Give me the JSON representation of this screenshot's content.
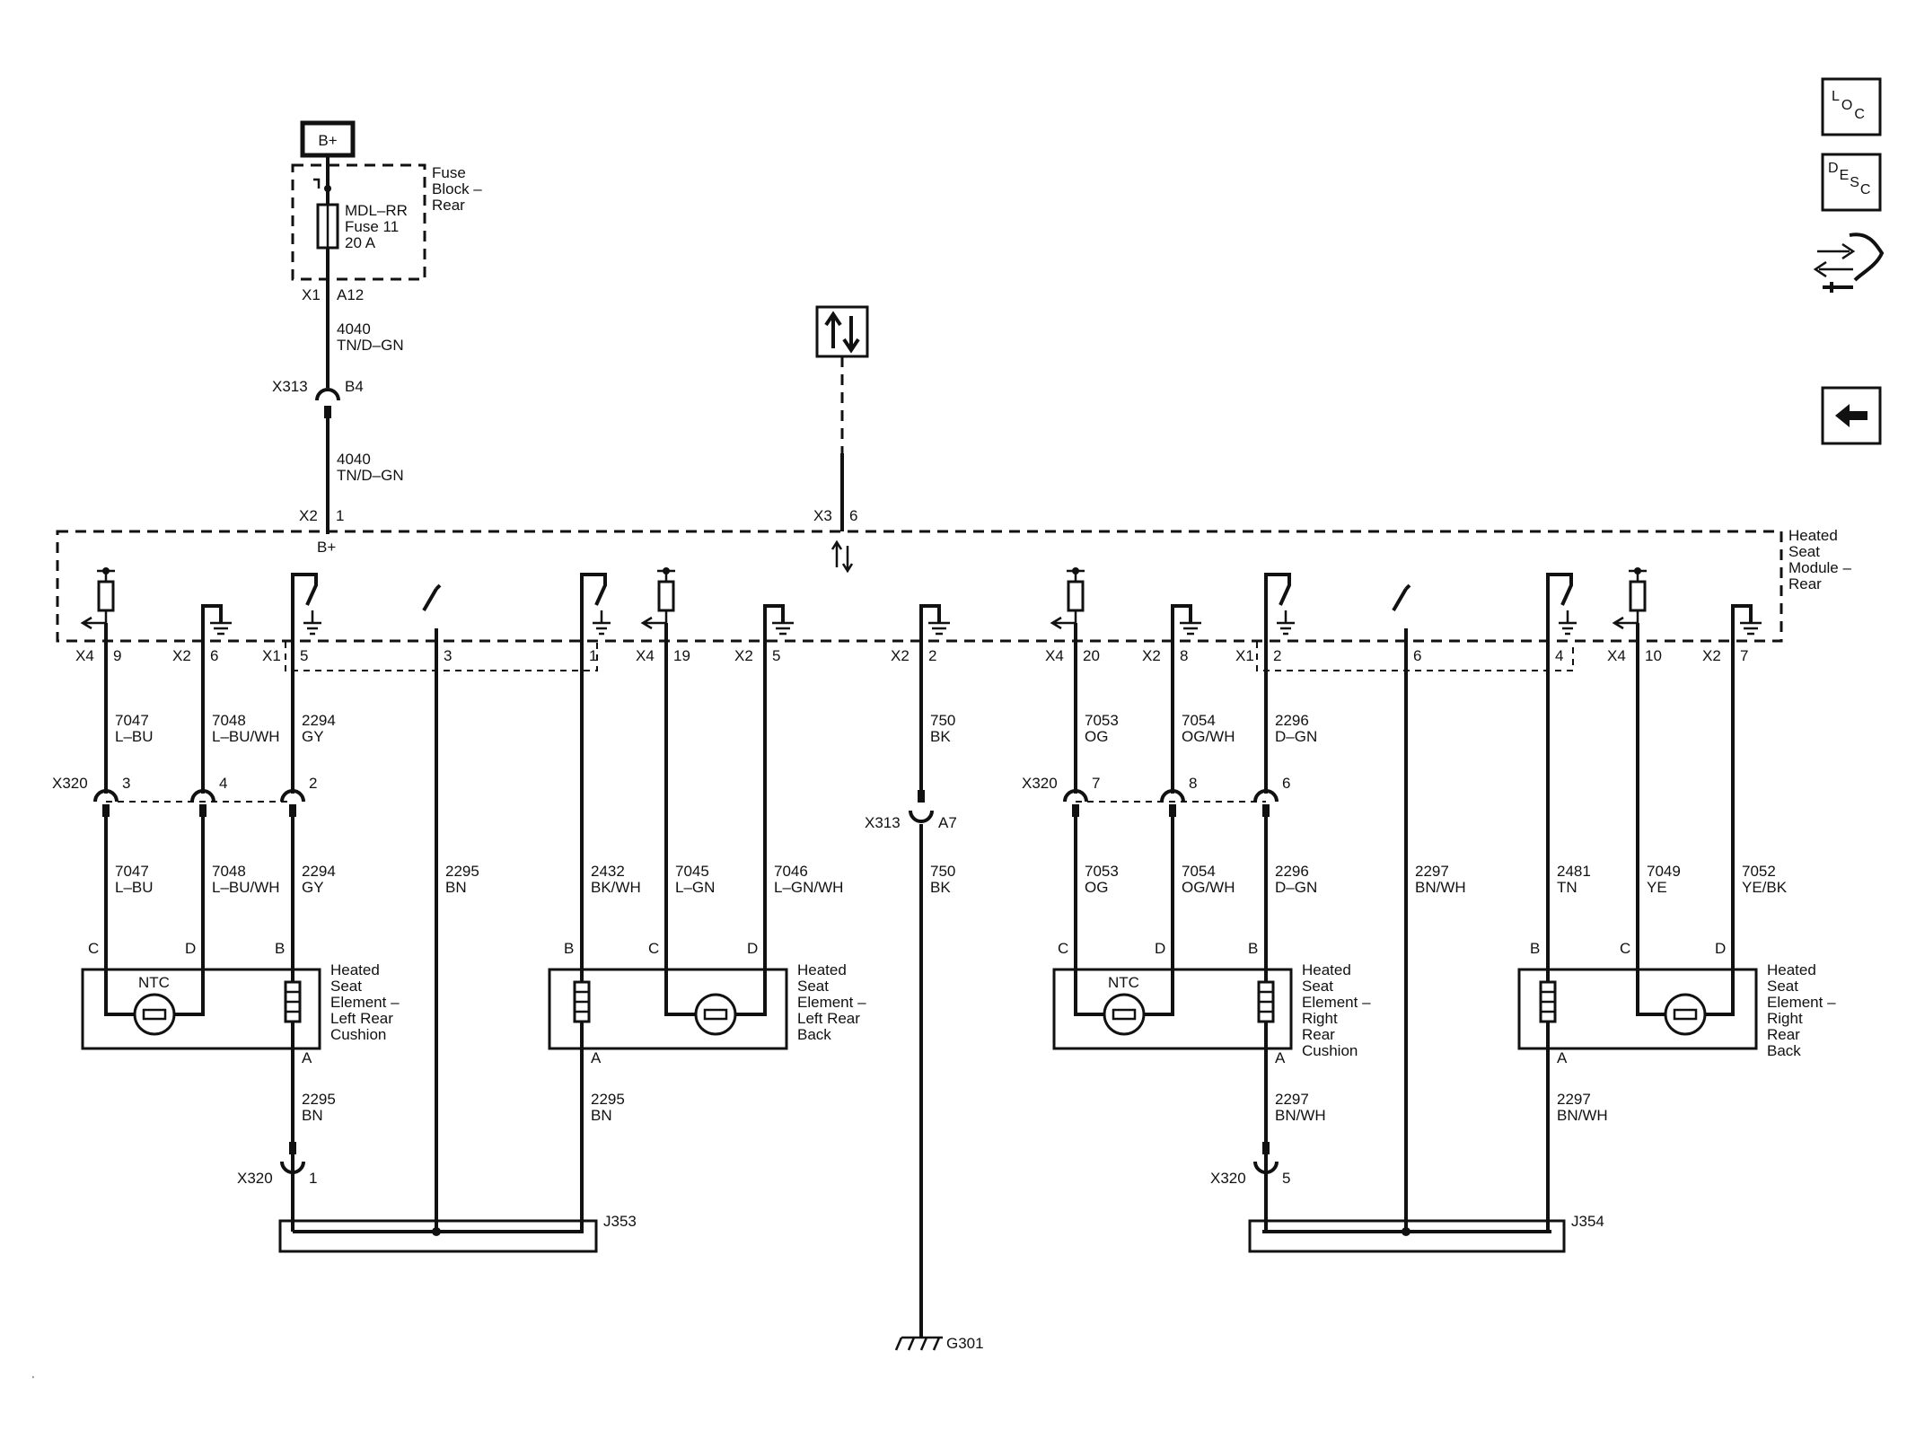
{
  "power": {
    "bplus_label": "B+",
    "fuse_block_label": [
      "Fuse",
      "Block –",
      "Rear"
    ],
    "fuse_label": [
      "MDL–RR",
      "Fuse 11",
      "20 A"
    ],
    "fuse_conn": "X1",
    "fuse_pin": "A12",
    "wire_upper": [
      "4040",
      "TN/D–GN"
    ],
    "inline_conn": "X313",
    "inline_pin": "B4",
    "wire_lower": [
      "4040",
      "TN/D–GN"
    ],
    "module_conn": "X2",
    "module_pin": "1",
    "module_pin_label": "B+"
  },
  "serial": {
    "conn": "X3",
    "pin": "6"
  },
  "module": {
    "label": [
      "Heated",
      "Seat",
      "Module –",
      "Rear"
    ]
  },
  "module_pins": [
    {
      "conn": "X4",
      "pin": "9"
    },
    {
      "conn": "X2",
      "pin": "6"
    },
    {
      "conn": "X1",
      "pin": "5"
    },
    {
      "conn": "",
      "pin": "3"
    },
    {
      "conn": "",
      "pin": "1"
    },
    {
      "conn": "X4",
      "pin": "19"
    },
    {
      "conn": "X2",
      "pin": "5"
    },
    {
      "conn": "X2",
      "pin": "2"
    },
    {
      "conn": "X4",
      "pin": "20"
    },
    {
      "conn": "X2",
      "pin": "8"
    },
    {
      "conn": "X1",
      "pin": "2"
    },
    {
      "conn": "",
      "pin": "6"
    },
    {
      "conn": "",
      "pin": "4"
    },
    {
      "conn": "X4",
      "pin": "10"
    },
    {
      "conn": "X2",
      "pin": "7"
    }
  ],
  "wires_upper": [
    [
      "7047",
      "L–BU"
    ],
    [
      "7048",
      "L–BU/WH"
    ],
    [
      "2294",
      "GY"
    ],
    [
      "750",
      "BK"
    ],
    [
      "7053",
      "OG"
    ],
    [
      "7054",
      "OG/WH"
    ],
    [
      "2296",
      "D–GN"
    ]
  ],
  "inline_x320": [
    {
      "conn": "X320",
      "pin": "3"
    },
    {
      "conn": "",
      "pin": "4"
    },
    {
      "conn": "",
      "pin": "2"
    },
    {
      "conn": "X320",
      "pin": "7"
    },
    {
      "conn": "",
      "pin": "8"
    },
    {
      "conn": "",
      "pin": "6"
    }
  ],
  "ground_inline": {
    "conn": "X313",
    "pin": "A7"
  },
  "wires_lower": [
    [
      "7047",
      "L–BU"
    ],
    [
      "7048",
      "L–BU/WH"
    ],
    [
      "2294",
      "GY"
    ],
    [
      "2295",
      "BN"
    ],
    [
      "2432",
      "BK/WH"
    ],
    [
      "7045",
      "L–GN"
    ],
    [
      "7046",
      "L–GN/WH"
    ],
    [
      "750",
      "BK"
    ],
    [
      "7053",
      "OG"
    ],
    [
      "7054",
      "OG/WH"
    ],
    [
      "2296",
      "D–GN"
    ],
    [
      "2297",
      "BN/WH"
    ],
    [
      "2481",
      "TN"
    ],
    [
      "7049",
      "YE"
    ],
    [
      "7052",
      "YE/BK"
    ]
  ],
  "elements": [
    {
      "label": [
        "Heated",
        "Seat",
        "Element –",
        "Left Rear",
        "Cushion"
      ],
      "pins": [
        "C",
        "D",
        "B",
        "A"
      ],
      "ntc": "NTC"
    },
    {
      "label": [
        "Heated",
        "Seat",
        "Element –",
        "Left Rear",
        "Back"
      ],
      "pins": [
        "B",
        "C",
        "D",
        "A"
      ],
      "ntc": ""
    },
    {
      "label": [
        "Heated",
        "Seat",
        "Element –",
        "Right",
        "Rear",
        "Cushion"
      ],
      "pins": [
        "C",
        "D",
        "B",
        "A"
      ],
      "ntc": "NTC"
    },
    {
      "label": [
        "Heated",
        "Seat",
        "Element –",
        "Right",
        "Rear",
        "Back"
      ],
      "pins": [
        "B",
        "C",
        "D",
        "A"
      ],
      "ntc": ""
    }
  ],
  "wires_bottom": [
    [
      "2295",
      "BN"
    ],
    [
      "2295",
      "BN"
    ],
    [
      "2297",
      "BN/WH"
    ],
    [
      "2297",
      "BN/WH"
    ]
  ],
  "bottom_inline": [
    {
      "conn": "X320",
      "pin": "1"
    },
    {
      "conn": "X320",
      "pin": "5"
    }
  ],
  "splices": [
    "J353",
    "J354"
  ],
  "ground": "G301",
  "nav": {
    "loc": [
      "L",
      "O",
      "C"
    ],
    "desc": [
      "D",
      "E",
      "S",
      "C"
    ],
    "icons": [
      "loc-icon",
      "desc-icon",
      "component-view-icon",
      "back-arrow-icon"
    ]
  }
}
